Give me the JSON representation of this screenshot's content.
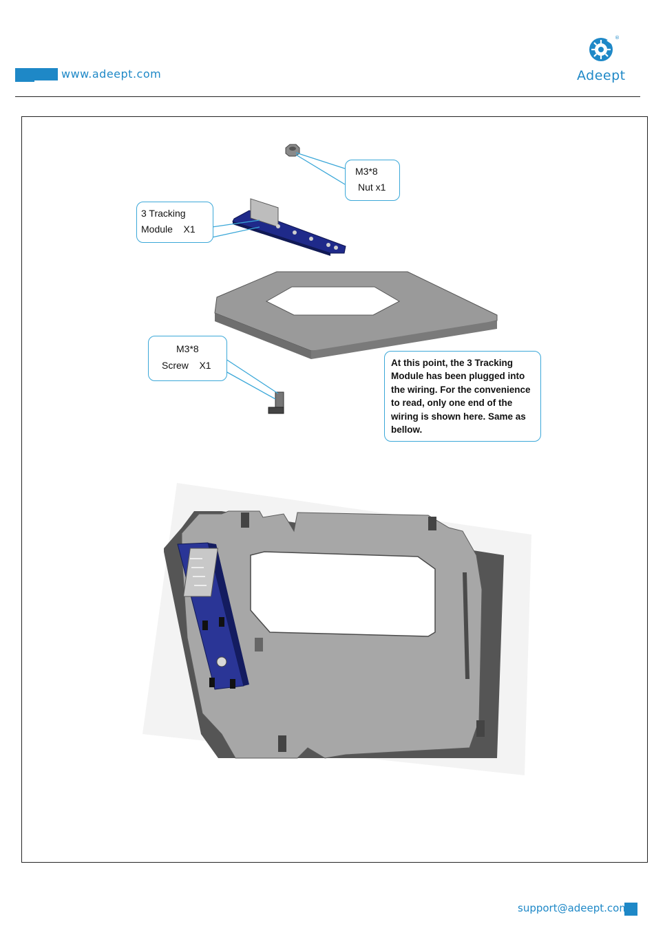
{
  "header": {
    "url": "www.adeept.com",
    "brand": "Adeept",
    "registered": "®",
    "accent_color": "#1e88c7"
  },
  "step_top": {
    "nut_callout": {
      "line1": "M3*8",
      "line2": "Nut x1"
    },
    "module_callout": {
      "line1": "3 Tracking",
      "line2": "Module    X1"
    },
    "screw_callout": {
      "line1": "M3*8",
      "line2": "Screw    X1"
    },
    "note": "At this point, the 3 Tracking Module has been plugged into the wiring. For the convenience to read, only one end of the wiring is shown here. Same as bellow."
  },
  "footer": {
    "email": "support@adeept.com"
  }
}
